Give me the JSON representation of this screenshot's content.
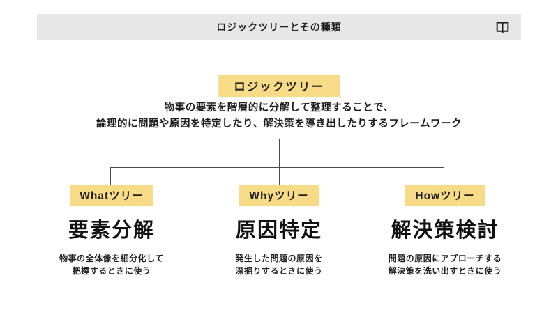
{
  "header": {
    "title": "ロジックツリーとその種類",
    "icon": "open-book"
  },
  "root": {
    "label": "ロジックツリー",
    "description_line1": "物事の要素を階層的に分解して整理することで、",
    "description_line2": "論理的に問題や原因を特定したり、解決策を導き出したりするフレームワーク"
  },
  "branches": [
    {
      "label": "Whatツリー",
      "heading": "要素分解",
      "desc_line1": "物事の全体像を細分化して",
      "desc_line2": "把握するときに使う"
    },
    {
      "label": "Whyツリー",
      "heading": "原因特定",
      "desc_line1": "発生した問題の原因を",
      "desc_line2": "深掘りするときに使う"
    },
    {
      "label": "Howツリー",
      "heading": "解決策検討",
      "desc_line1": "問題の原因にアプローチする",
      "desc_line2": "解決策を洗い出すときに使う"
    }
  ],
  "colors": {
    "accent_yellow": "#f7db87",
    "header_gray": "#e7e7e7",
    "line": "#4a4a4a",
    "ink": "#1a1a1a"
  }
}
